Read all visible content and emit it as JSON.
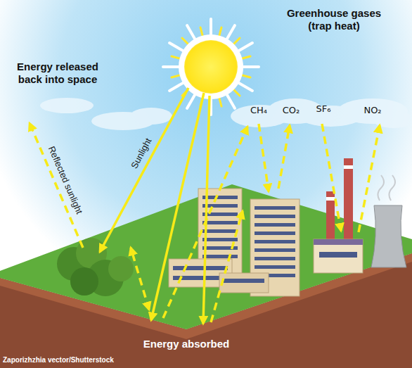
{
  "diagram": {
    "labels": [
      "Energy released back into space",
      "Greenhouse gases (trap heat)",
      "Sunlight",
      "Reflected sunlight",
      "CH₄",
      "CO₂",
      "SF₆",
      "NO₂",
      "Energy absorbed",
      "Zaporizhzhia vector/Shutterstock"
    ]
  }
}
